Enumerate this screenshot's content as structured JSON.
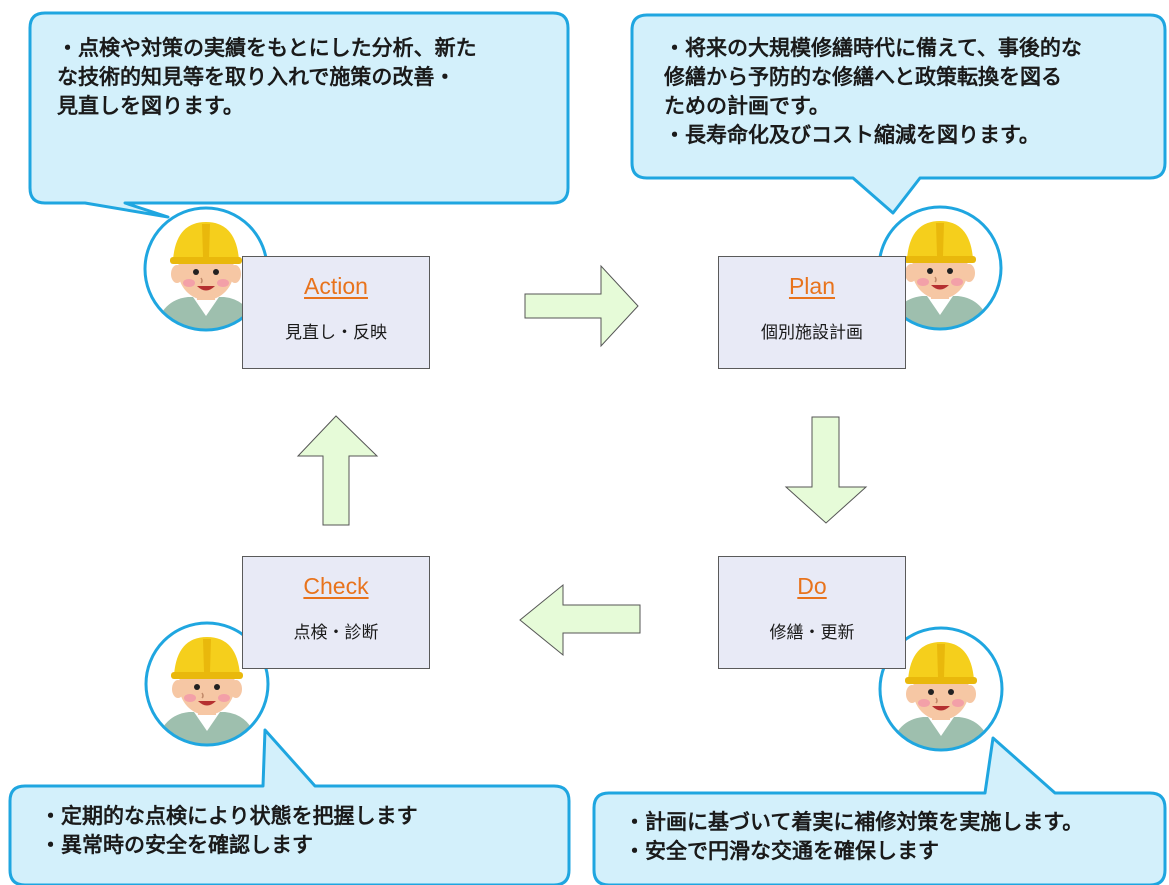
{
  "bubbles": {
    "action": [
      "・点検や対策の実績をもとにした分析、新た",
      "な技術的知見等を取り入れで施策の改善・",
      "見直しを図ります。"
    ],
    "plan": [
      "・将来の大規模修繕時代に備えて、事後的な",
      "修繕から予防的な修繕へと政策転換を図る",
      "ための計画です。",
      "・長寿命化及びコスト縮減を図ります。"
    ],
    "check": [
      "・定期的な点検により状態を把握します",
      "・異常時の安全を確認します"
    ],
    "do": [
      "・計画に基づいて着実に補修対策を実施します。",
      "・安全で円滑な交通を確保します"
    ]
  },
  "boxes": {
    "action": {
      "title": "Action",
      "sub": "見直し・反映"
    },
    "plan": {
      "title": "Plan",
      "sub": "個別施設計画"
    },
    "check": {
      "title": "Check",
      "sub": "点検・診断"
    },
    "do": {
      "title": "Do",
      "sub": "修繕・更新"
    }
  },
  "colors": {
    "bubble_fill": "#d3f0fb",
    "bubble_border": "#1fa6e0",
    "box_fill": "#e8eaf6",
    "title_text": "#e8731c",
    "arrow_fill": "#e6fbd8",
    "helmet": "#f5cf1c",
    "face": "#f6c7a4",
    "shirt": "#9ebfae"
  },
  "icons": [
    "worker-helmet-icon"
  ]
}
